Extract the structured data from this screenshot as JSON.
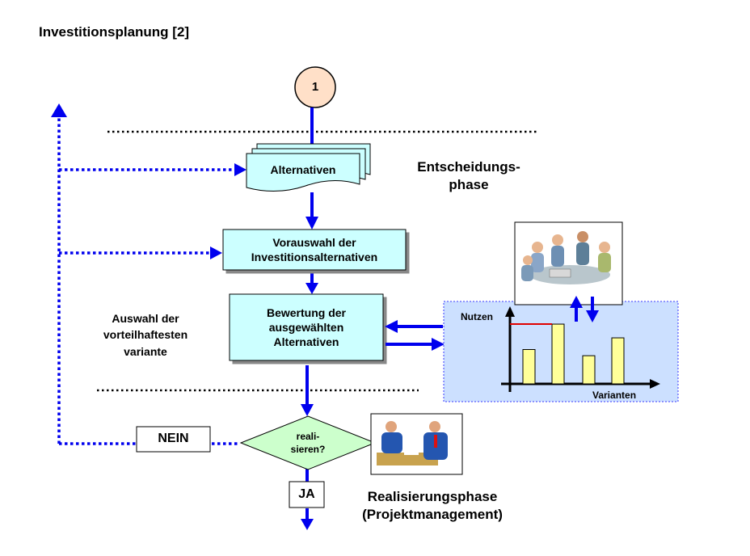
{
  "page": {
    "title": "Investitionsplanung [2]"
  },
  "flow": {
    "connector_label": "1",
    "alternatives_label": "Alternativen",
    "preselection_label": "Vorauswahl der\nInvestitionsalternativen",
    "evaluation_label": "Bewertung der\nausgewählten\nAlternativen",
    "decision_label": "reali-\nsieren?",
    "no_label": "NEIN",
    "yes_label": "JA"
  },
  "phases": {
    "decision_phase": "Entscheidungs-\nphase",
    "realization_phase": "Realisierungsphase\n(Projektmanagement)"
  },
  "side_note": "Auswahl der\nvorteilhaftesten\nvariante",
  "chart": {
    "ylabel": "Nutzen",
    "xlabel": "Varianten"
  },
  "chart_data": {
    "type": "bar",
    "categories": [
      "",
      "",
      "",
      ""
    ],
    "values": [
      0.5,
      0.87,
      0.41,
      0.67
    ],
    "ylim": [
      0,
      1
    ],
    "threshold": 0.87,
    "xlabel": "Varianten",
    "ylabel": "Nutzen",
    "grid": false,
    "colors": {
      "bar": "#ffff99",
      "threshold": "#e00000",
      "panel": "#cce0ff"
    }
  },
  "colors": {
    "flow_arrow": "#0000ee",
    "box_fill": "#ccffff",
    "diamond_fill": "#ccffcc",
    "connector_fill": "#ffe0c8"
  },
  "images": {
    "team_meeting": "team-meeting-illustration",
    "business_talk": "business-conversation-illustration"
  }
}
